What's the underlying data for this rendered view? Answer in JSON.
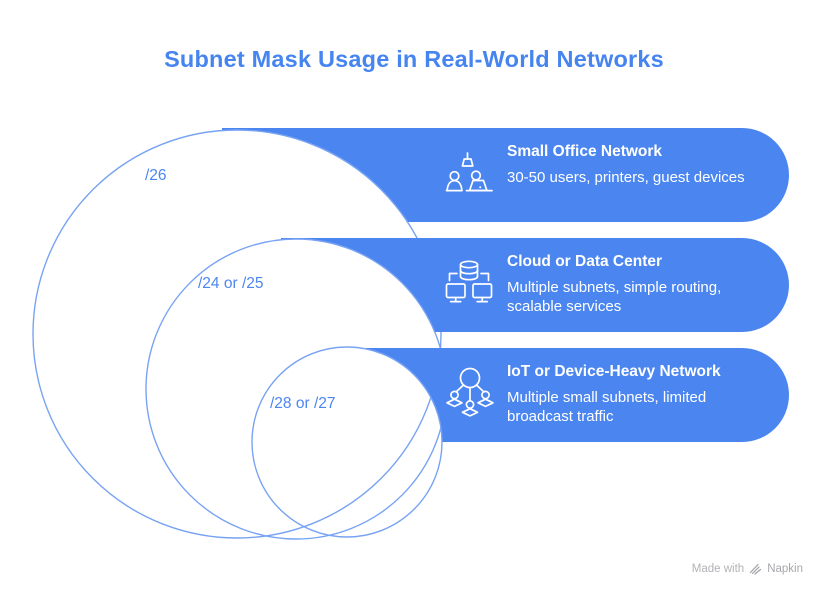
{
  "title": "Subnet Mask Usage in Real-World Networks",
  "rings": [
    {
      "mask_label": "/26",
      "title": "Small Office Network",
      "description": "30-50 users, printers, guest devices",
      "icon": "office-workers-icon"
    },
    {
      "mask_label": "/24 or /25",
      "title": "Cloud or Data Center",
      "description": "Multiple subnets, simple routing,\nscalable services",
      "icon": "data-center-icon"
    },
    {
      "mask_label": "/28 or /27",
      "title": "IoT or Device-Heavy Network",
      "description": "Multiple small subnets, limited\nbroadcast traffic",
      "icon": "iot-network-icon"
    }
  ],
  "watermark": {
    "prefix": "Made with",
    "brand": "Napkin"
  },
  "colors": {
    "pill_fill": "#4B86F0",
    "circle_stroke": "#78A3F3",
    "title_text": "#4684F0",
    "ring_label_text": "#4C86F0",
    "pill_text": "#FFFFFF",
    "watermark_text": "#ABACB0"
  }
}
